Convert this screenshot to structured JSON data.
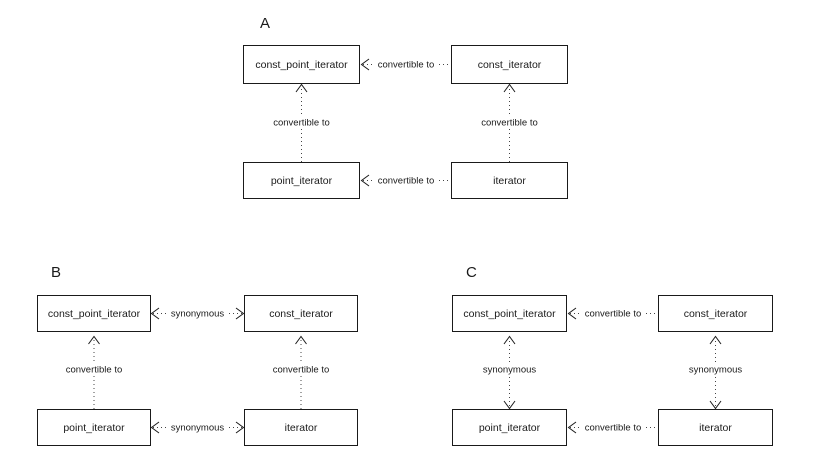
{
  "figure": {
    "background": "#ffffff",
    "box_stroke": "#1a1a1a",
    "edge_stroke": "#444444",
    "text_color": "#1a1a1a"
  },
  "labels": {
    "convertible_to": "convertible to",
    "synonymous": "synonymous",
    "const_point_iterator": "const_point_iterator",
    "const_iterator": "const_iterator",
    "point_iterator": "point_iterator",
    "iterator": "iterator"
  },
  "panels": [
    {
      "id": "A",
      "title": "A",
      "nodes": {
        "top_left": "const_point_iterator",
        "top_right": "const_iterator",
        "bottom_left": "point_iterator",
        "bottom_right": "iterator"
      },
      "edges": [
        {
          "name": "top-horizontal",
          "label": "convertible to",
          "direction": "left"
        },
        {
          "name": "bottom-horizontal",
          "label": "convertible to",
          "direction": "left"
        },
        {
          "name": "left-vertical",
          "label": "convertible to",
          "direction": "up"
        },
        {
          "name": "right-vertical",
          "label": "convertible to",
          "direction": "up"
        }
      ]
    },
    {
      "id": "B",
      "title": "B",
      "nodes": {
        "top_left": "const_point_iterator",
        "top_right": "const_iterator",
        "bottom_left": "point_iterator",
        "bottom_right": "iterator"
      },
      "edges": [
        {
          "name": "top-horizontal",
          "label": "synonymous",
          "direction": "both"
        },
        {
          "name": "bottom-horizontal",
          "label": "synonymous",
          "direction": "both"
        },
        {
          "name": "left-vertical",
          "label": "convertible to",
          "direction": "up"
        },
        {
          "name": "right-vertical",
          "label": "convertible to",
          "direction": "up"
        }
      ]
    },
    {
      "id": "C",
      "title": "C",
      "nodes": {
        "top_left": "const_point_iterator",
        "top_right": "const_iterator",
        "bottom_left": "point_iterator",
        "bottom_right": "iterator"
      },
      "edges": [
        {
          "name": "top-horizontal",
          "label": "convertible to",
          "direction": "left"
        },
        {
          "name": "bottom-horizontal",
          "label": "convertible to",
          "direction": "left"
        },
        {
          "name": "left-vertical",
          "label": "synonymous",
          "direction": "both"
        },
        {
          "name": "right-vertical",
          "label": "synonymous",
          "direction": "both"
        }
      ]
    }
  ]
}
